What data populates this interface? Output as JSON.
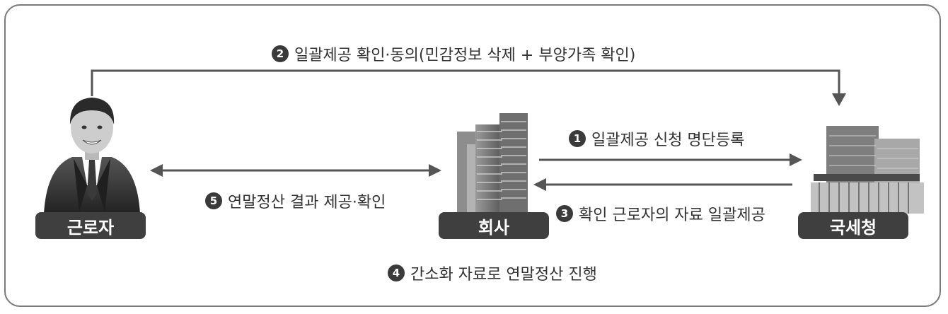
{
  "actors": {
    "worker": "근로자",
    "company": "회사",
    "nts": "국세청"
  },
  "steps": [
    {
      "num": "1",
      "text": "일괄제공 신청 명단등록"
    },
    {
      "num": "2",
      "text": "일괄제공 확인·동의(민감정보 삭제 + 부양가족 확인)"
    },
    {
      "num": "3",
      "text": "확인 근로자의 자료 일괄제공"
    },
    {
      "num": "4",
      "text": "간소화 자료로 연말정산 진행"
    },
    {
      "num": "5",
      "text": "연말정산 결과 제공·확인"
    }
  ]
}
